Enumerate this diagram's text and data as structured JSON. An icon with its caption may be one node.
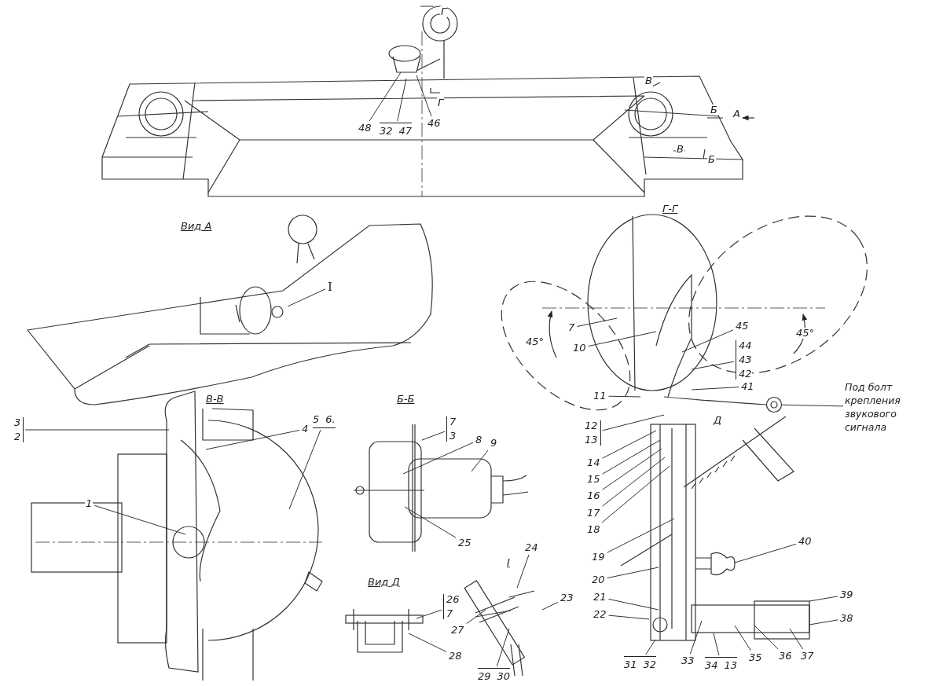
{
  "diagram": {
    "nodes": [
      {
        "text": [
          "48"
        ]
      },
      {
        "text": [
          "32",
          "47"
        ]
      },
      {
        "text": [
          "46"
        ]
      },
      {
        "text": [
          "I"
        ]
      },
      {
        "text": [
          "7"
        ]
      },
      {
        "text": [
          "10"
        ]
      },
      {
        "text": [
          "45"
        ]
      },
      {
        "text": [
          "44",
          "43",
          "42"
        ]
      },
      {
        "text": [
          "41"
        ]
      },
      {
        "text": [
          "11"
        ]
      },
      {
        "text": [
          "Под болт крепления звукового сигнала"
        ]
      },
      {
        "text": [
          "12",
          "13"
        ]
      },
      {
        "text": [
          "14"
        ]
      },
      {
        "text": [
          "15"
        ]
      },
      {
        "text": [
          "16"
        ]
      },
      {
        "text": [
          "17"
        ]
      },
      {
        "text": [
          "18"
        ]
      },
      {
        "text": [
          "19"
        ]
      },
      {
        "text": [
          "20"
        ]
      },
      {
        "text": [
          "21"
        ]
      },
      {
        "text": [
          "22"
        ]
      },
      {
        "text": [
          "31",
          "32"
        ]
      },
      {
        "text": [
          "33"
        ]
      },
      {
        "text": [
          "34",
          "13"
        ]
      },
      {
        "text": [
          "35"
        ]
      },
      {
        "text": [
          "36"
        ]
      },
      {
        "text": [
          "37"
        ]
      },
      {
        "text": [
          "38"
        ]
      },
      {
        "text": [
          "39"
        ]
      },
      {
        "text": [
          "40"
        ]
      },
      {
        "text": [
          "3",
          "2"
        ]
      },
      {
        "text": [
          "4"
        ]
      },
      {
        "text": [
          "5",
          "6."
        ]
      },
      {
        "text": [
          "1"
        ]
      },
      {
        "text": [
          "7",
          "3"
        ]
      },
      {
        "text": [
          "8"
        ]
      },
      {
        "text": [
          "9"
        ]
      },
      {
        "text": [
          "25"
        ]
      },
      {
        "text": [
          "26",
          "7"
        ]
      },
      {
        "text": [
          "28"
        ]
      },
      {
        "text": [
          "24"
        ]
      },
      {
        "text": [
          "23"
        ]
      },
      {
        "text": [
          "27"
        ]
      },
      {
        "text": [
          "29",
          "30"
        ]
      },
      {
        "text": [],
        "shape": "circle"
      }
    ],
    "edges": [
      {
        "from": 0,
        "to": null,
        "arrow": "none"
      },
      {
        "from": 1,
        "to": null,
        "arrow": "none"
      },
      {
        "from": 2,
        "to": null,
        "arrow": "none"
      },
      {
        "from": 3,
        "to": null,
        "arrow": "none"
      },
      {
        "from": 4,
        "to": null,
        "arrow": "none"
      },
      {
        "from": 5,
        "to": null,
        "arrow": "none"
      },
      {
        "from": 6,
        "to": null,
        "arrow": "none"
      },
      {
        "from": 7,
        "to": null,
        "arrow": "none"
      },
      {
        "from": 8,
        "to": null,
        "arrow": "none"
      },
      {
        "from": 9,
        "to": null,
        "arrow": "none"
      },
      {
        "from": 10,
        "to": 44,
        "arrow": "none"
      },
      {
        "from": 11,
        "to": null,
        "arrow": "none"
      },
      {
        "from": 12,
        "to": null,
        "arrow": "none"
      },
      {
        "from": 13,
        "to": null,
        "arrow": "none"
      },
      {
        "from": 14,
        "to": null,
        "arrow": "none"
      },
      {
        "from": 15,
        "to": null,
        "arrow": "none"
      },
      {
        "from": 16,
        "to": null,
        "arrow": "none"
      },
      {
        "from": 17,
        "to": null,
        "arrow": "none"
      },
      {
        "from": 18,
        "to": null,
        "arrow": "none"
      },
      {
        "from": 19,
        "to": null,
        "arrow": "none"
      },
      {
        "from": 20,
        "to": null,
        "arrow": "none"
      },
      {
        "from": 21,
        "to": null,
        "arrow": "none"
      },
      {
        "from": 22,
        "to": null,
        "arrow": "none"
      },
      {
        "from": 23,
        "to": null,
        "arrow": "none"
      },
      {
        "from": 24,
        "to": null,
        "arrow": "none"
      },
      {
        "from": 25,
        "to": null,
        "arrow": "none"
      },
      {
        "from": 26,
        "to": null,
        "arrow": "none"
      },
      {
        "from": 27,
        "to": null,
        "arrow": "none"
      },
      {
        "from": 28,
        "to": null,
        "arrow": "none"
      },
      {
        "from": 29,
        "to": null,
        "arrow": "none"
      },
      {
        "from": 30,
        "to": null,
        "arrow": "none"
      },
      {
        "from": 31,
        "to": null,
        "arrow": "none"
      },
      {
        "from": 32,
        "to": null,
        "arrow": "none"
      },
      {
        "from": 33,
        "to": null,
        "arrow": "none"
      },
      {
        "from": 34,
        "to": null,
        "arrow": "none"
      },
      {
        "from": 35,
        "to": null,
        "arrow": "none"
      },
      {
        "from": 36,
        "to": null,
        "arrow": "none"
      },
      {
        "from": 37,
        "to": null,
        "arrow": "none"
      },
      {
        "from": 38,
        "to": null,
        "arrow": "none"
      },
      {
        "from": 39,
        "to": null,
        "arrow": "none"
      },
      {
        "from": 40,
        "to": null,
        "arrow": "none"
      },
      {
        "from": 41,
        "to": null,
        "arrow": "none"
      },
      {
        "from": 42,
        "to": null,
        "arrow": "none"
      },
      {
        "from": 43,
        "to": null,
        "arrow": "none"
      }
    ],
    "labels": [
      "Г",
      "Г",
      "В",
      "Б",
      "А",
      "В",
      "Б",
      "Вид А",
      "Г-Г",
      "45°",
      "45°",
      "Д",
      "В-В",
      "Б-Б",
      "Вид Д",
      "I"
    ]
  }
}
